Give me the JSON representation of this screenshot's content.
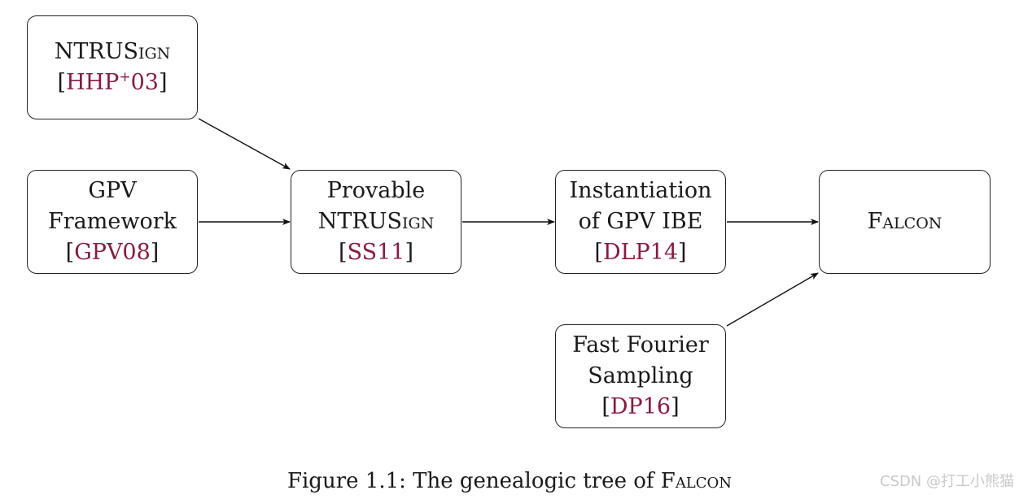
{
  "diagram": {
    "nodes": {
      "ntrusign": {
        "name_main": "NTRUS",
        "name_sc": "ign",
        "cite_main": "HHP",
        "cite_sup": "+",
        "cite_tail": "03"
      },
      "gpv": {
        "line1": "GPV",
        "line2": "Framework",
        "cite": "GPV08"
      },
      "provable": {
        "line1": "Provable",
        "name_main": "NTRUS",
        "name_sc": "ign",
        "cite": "SS11"
      },
      "instantiation": {
        "line1": "Instantiation",
        "line2": "of GPV IBE",
        "cite": "DLP14"
      },
      "falcon": {
        "name_first": "F",
        "name_sc": "alcon"
      },
      "fft": {
        "line1": "Fast Fourier",
        "line2": "Sampling",
        "cite": "DP16"
      }
    },
    "edges": [
      {
        "from": "ntrusign",
        "to": "provable"
      },
      {
        "from": "gpv",
        "to": "provable"
      },
      {
        "from": "provable",
        "to": "instantiation"
      },
      {
        "from": "instantiation",
        "to": "falcon"
      },
      {
        "from": "fft",
        "to": "falcon"
      }
    ]
  },
  "caption": {
    "prefix": "Figure 1.1: The genealogic tree of ",
    "name_first": "F",
    "name_sc": "alcon"
  },
  "watermark": "CSDN @打工小熊猫",
  "colors": {
    "citation": "#8b1a3c",
    "border": "#222222",
    "text": "#1a1a1a"
  }
}
